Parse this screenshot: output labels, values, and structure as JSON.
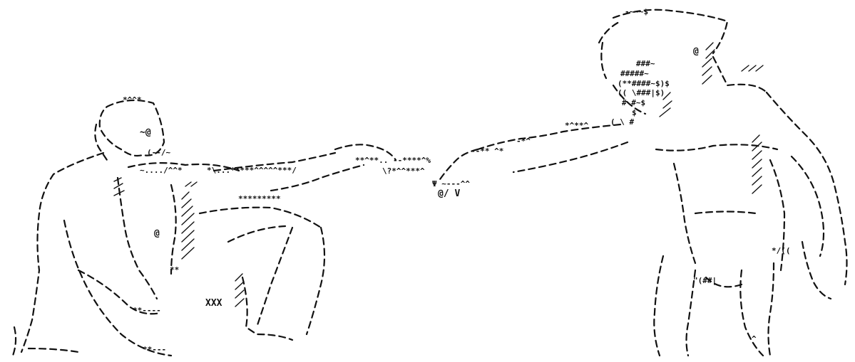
{
  "ink_color": "#111111",
  "background_color": "#ffffff",
  "figures": {
    "left": {
      "hair": "*^^*",
      "eye": "~@",
      "chin": "(--/~",
      "shoulder": "~..../^^*",
      "arm": "*\\...*****^^^^^***/",
      "arm_lower": "*********",
      "chest_mark": "@",
      "belly_mark": "**",
      "label": "XXX",
      "knee_mark": "**----",
      "foot_mark": "**---"
    },
    "right": {
      "hair": "-~~~$",
      "eye": "@",
      "mouth": "###~",
      "beard_1": "#####~",
      "beard_2": "(**####~$)$",
      "beard_3": "(( \\###|$)",
      "beard_4": "# #~$",
      "beard_5": "$",
      "neck": "( \\ #",
      "arm_1": "*^**^",
      "arm_2": "-*^",
      "belly": "\"(##|",
      "hip": "^",
      "mark": "*/(("
    },
    "hands": {
      "left_hand": "**^**.. --****^%",
      "left_hand_low": "\\?*^^***^",
      "right_hand": "--** ^*",
      "right_hand_low": "Ψ ~---^^",
      "signature": "@/ V"
    }
  }
}
